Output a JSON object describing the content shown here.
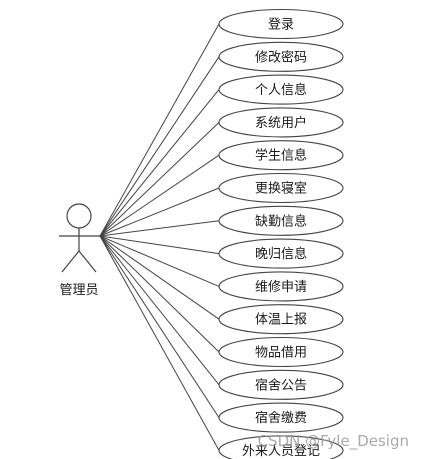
{
  "actor": {
    "name": "管理员",
    "icon": "stick-figure-icon"
  },
  "use_cases": [
    "登录",
    "修改密码",
    "个人信息",
    "系统用户",
    "学生信息",
    "更换寝室",
    "缺勤信息",
    "晚归信息",
    "维修申请",
    "体温上报",
    "物品借用",
    "宿舍公告",
    "宿舍缴费",
    "外来人员登记"
  ],
  "watermark": "CSDN @Fyle_Design",
  "colors": {
    "stroke": "#444444",
    "ellipse_fill": "#ffffff",
    "text": "#1a1a1a",
    "watermark": "#9a9a9a"
  }
}
